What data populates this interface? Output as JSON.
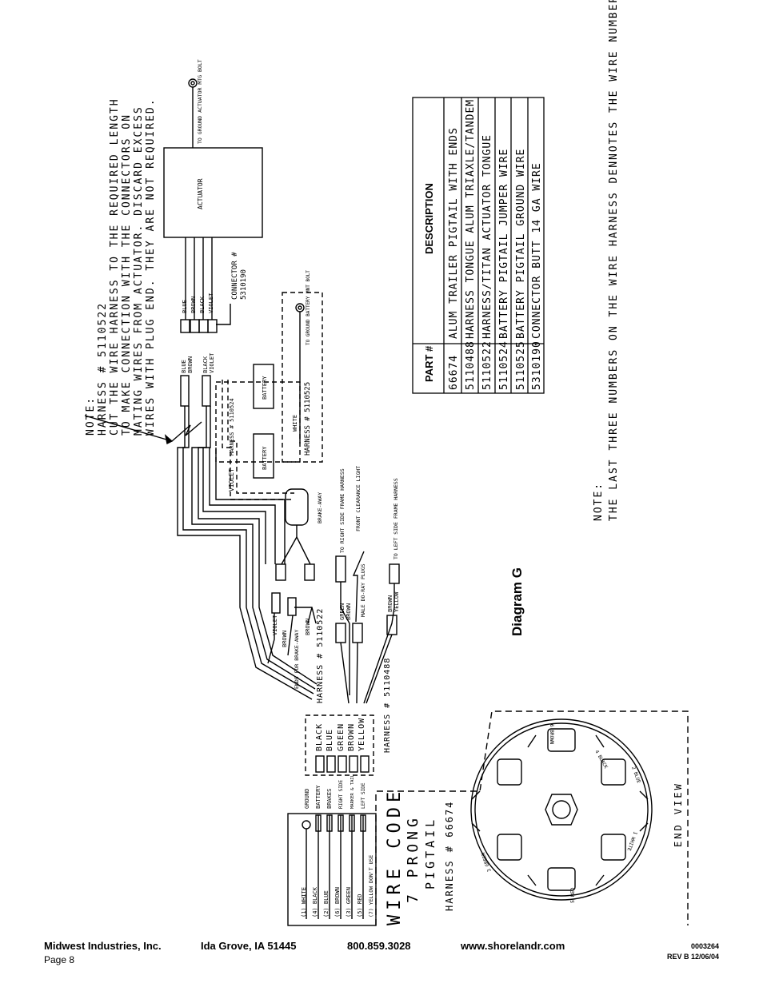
{
  "note_top": {
    "heading": "NOTE:",
    "lines": [
      "HARNESS # 5110522",
      "CUT THE WIRE HARNESS TO THE REQUIRED LENGTH",
      "TO MAKE CONNECTION WITH THE CONNECTORS ON",
      "MATING WIRES FROM ACTUATOR. DISCARD EXCESS",
      "WIRES WITH PLUG END. THEY ARE NOT REQUIRED."
    ]
  },
  "actuator": {
    "label": "ACTUATOR",
    "ground": "TO GROUND ACTUATOR MTG BOLT"
  },
  "connector": {
    "label": "CONNECTOR #",
    "number": "5310190"
  },
  "actuator_wires": [
    "BLUE",
    "BROWN",
    "BLACK",
    "VIOLET"
  ],
  "harness_wire_labels": [
    "BLUE",
    "BROWN",
    "BLACK",
    "VIOLET"
  ],
  "battery_box": {
    "harness_5110524": "HARNESS # 5110524",
    "battery_label": "BATTERY",
    "white": "WHITE",
    "harness_5110525": "HARNESS # 5110525",
    "ground": "TO GROUND BATTERY MNT BOLT"
  },
  "violet_label": "VIOLET",
  "brake_away": "BRAKE-AWAY",
  "ends_for_brake_away": "ENDS FOR BRAKE-AWAY",
  "violet_brown": [
    "VIOLET",
    "BROWN"
  ],
  "harness_5110522": "HARNESS # 5110522",
  "frame_harness": {
    "right": "TO RIGHT SIDE FRAME HARNESS",
    "front": "FRONT CLEARANCE LIGHT",
    "left": "TO LEFT SIDE FRAME HARNESS",
    "green_brown": [
      "GREEN",
      "BROWN"
    ],
    "brown_yellow": [
      "BROWN",
      "YELLOW"
    ],
    "male_plugs": "MALE DO-RAY PLUGS"
  },
  "harness_5110488": "HARNESS # 5110488",
  "pigtail_wires": [
    "BLACK",
    "BLUE",
    "GREEN",
    "BROWN",
    "YELLOW"
  ],
  "pigtail_functions": [
    "GROUND",
    "BATTERY",
    "BRAKES",
    "RIGHT SIDE",
    "MARKER & TAIL",
    "LEFT SIDE"
  ],
  "wire_code": {
    "title1": "WIRE CODE",
    "title2": "7 PRONG",
    "title3": "PIGTAIL",
    "harness": "HARNESS # 66674",
    "entries": [
      "(1) WHITE",
      "(4) BLACK",
      "(2) BLUE",
      "(6) BROWN",
      "(3) GREEN",
      "(5) RED",
      "(7) YELLOW DON'T USE"
    ]
  },
  "end_view": {
    "label": "END VIEW",
    "pins": [
      "6 BROWN",
      "4 BLACK",
      "2 BLUE",
      "1 WHITE",
      "5 RED",
      "3 GREEN"
    ]
  },
  "diagram_title": "Diagram G",
  "parts_table": {
    "headers": [
      "PART #",
      "DESCRIPTION"
    ],
    "rows": [
      [
        "66674",
        "ALUM TRAILER PIGTAIL WITH ENDS"
      ],
      [
        "5110488",
        "HARNESS TONGUE ALUM TRIAXLE/TANDEM"
      ],
      [
        "5110522",
        "HARNESS/TITAN ACTUATOR TONGUE"
      ],
      [
        "5110524",
        "BATTERY PIGTAIL JUMPER WIRE"
      ],
      [
        "5110525",
        "BATTERY PIGTAIL GROUND WIRE"
      ],
      [
        "5310190",
        "CONNECTOR BUTT 14 GA WIRE"
      ]
    ]
  },
  "note_bottom": {
    "heading": "NOTE:",
    "text": "THE LAST THREE NUMBERS ON THE WIRE HARNESS DENNOTES THE WIRE NUMBER"
  },
  "footer": {
    "company": "Midwest Industries, Inc.",
    "city": "Ida Grove, IA  51445",
    "phone": "800.859.3028",
    "website": "www.shorelandr.com",
    "page": "Page 8",
    "doc_number": "0003264",
    "revision": "REV B  12/06/04"
  }
}
